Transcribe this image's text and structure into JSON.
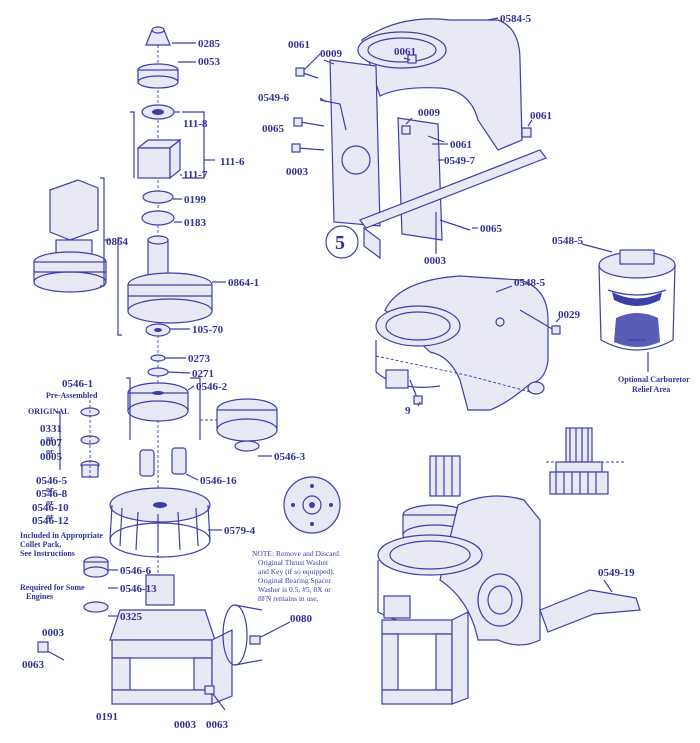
{
  "diagram": {
    "colors": {
      "ink": "#3b3fa8",
      "paper": "#ffffff",
      "shade": "#e9e9f6"
    },
    "labels": {
      "p0285": "0285",
      "p0053": "0053",
      "p111_8": "111-8",
      "p111_6": "111-6",
      "p111_7": "111-7",
      "p0199": "0199",
      "p0183": "0183",
      "p0864": "0864",
      "p0864_1": "0864-1",
      "p105_70": "105-70",
      "p0273": "0273",
      "p0271": "0271",
      "p0546_1": "0546-1",
      "pre_assembled": "Pre-Assembled",
      "p0546_2": "0546-2",
      "original": "ORIGINAL",
      "p0331": "0331",
      "or1": "or",
      "p0007": "0007",
      "or2": "or",
      "p0005": "0005",
      "p0546_3": "0546-3",
      "p0546_5": "0546-5",
      "or3": "or",
      "p0546_8": "0546-8",
      "or4": "or",
      "p0546_10": "0546-10",
      "or5": "or",
      "p0546_12": "0546-12",
      "p0546_16": "0546-16",
      "included_1": "Included in Appropriate",
      "included_2": "Collet Pack,",
      "included_3": "See Instructions",
      "p0579_4": "0579-4",
      "required_1": "Required for Some",
      "required_2": "Engines",
      "p0546_6": "0546-6",
      "p0546_13": "0546-13",
      "p0325": "0325",
      "note_1": "NOTE: Remove and Discard",
      "note_2": "Original Thrust Washer",
      "note_3": "and Key (if so equipped).",
      "note_4": "Original Bearing Spacer",
      "note_5": "Washer is 0.5, #5, 8X or",
      "note_6": "8FN remains in use.",
      "p0080": "0080",
      "p0003_a": "0003",
      "p0063_a": "0063",
      "p0191": "0191",
      "p0003_b": "0003",
      "p0063_b": "0063",
      "p0061_a": "0061",
      "p0009_a": "0009",
      "p0061_b": "0061",
      "p0584_5": "0584-5",
      "p0549_6": "0549-6",
      "p0009_b": "0009",
      "p0061_c": "0061",
      "p0065_a": "0065",
      "p0061_d": "0061",
      "p0003_c": "0003",
      "p0549_7": "0549-7",
      "p0065_b": "0065",
      "p0003_d": "0003",
      "view_number": "5",
      "p0548_5_a": "0548-5",
      "p0548_5_b": "0548-5",
      "p0029": "0029",
      "p9": "9",
      "optional_1": "Optional Carburetor",
      "optional_2": "Relief Area",
      "p0549_19": "0549-19"
    }
  }
}
